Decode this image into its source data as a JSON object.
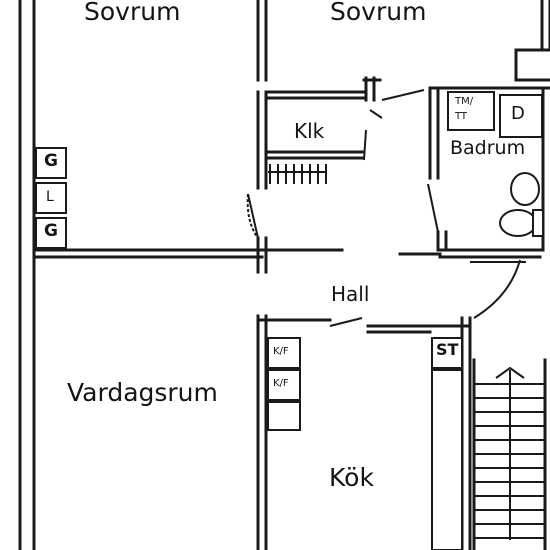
{
  "rooms": {
    "sovrum_left": "Sovrum",
    "sovrum_right": "Sovrum",
    "klk": "Klk",
    "badrum": "Badrum",
    "hall": "Hall",
    "vardagsrum": "Vardagsrum",
    "kok": "Kök"
  },
  "fixtures": {
    "g_top": "G",
    "l": "L",
    "g_bottom": "G",
    "tm_tt_line1": "TM/",
    "tm_tt_line2": "TT",
    "d": "D",
    "kf_top": "K/F",
    "kf_bottom": "K/F",
    "st": "ST"
  }
}
